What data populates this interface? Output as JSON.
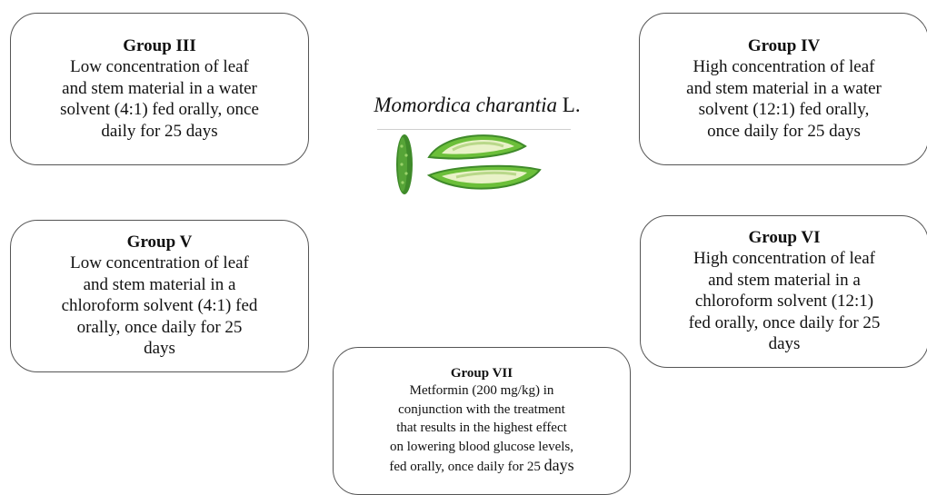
{
  "center": {
    "species_italic": "Momordica charantia",
    "species_author": "L."
  },
  "groups": {
    "g3": {
      "title": "Group III",
      "body": "Low concentration of leaf\nand stem material in a water\nsolvent (4:1) fed orally, once\ndaily for 25 days"
    },
    "g4": {
      "title": "Group IV",
      "body": "High concentration of leaf\nand stem material in a water\nsolvent (12:1) fed orally,\nonce daily for 25 days"
    },
    "g5": {
      "title": "Group V",
      "body": "Low concentration of leaf\nand stem material in a\nchloroform solvent (4:1) fed\norally, once daily for 25\ndays"
    },
    "g6": {
      "title": "Group VI",
      "body": "High concentration of leaf\nand stem material in a\nchloroform solvent (12:1)\nfed orally, once daily for 25\ndays"
    },
    "g7": {
      "title": "Group VII",
      "body": "Metformin (200 mg/kg) in\nconjunction with the treatment\nthat results in the highest effect\non lowering blood glucose levels,\nfed orally, once daily for 25 ",
      "body_end": "days"
    }
  },
  "colors": {
    "box_border": "#555555",
    "fruit_green": "#6cbf3a",
    "fruit_dark": "#2f7a1f",
    "fruit_flesh": "#e9f2c8"
  }
}
